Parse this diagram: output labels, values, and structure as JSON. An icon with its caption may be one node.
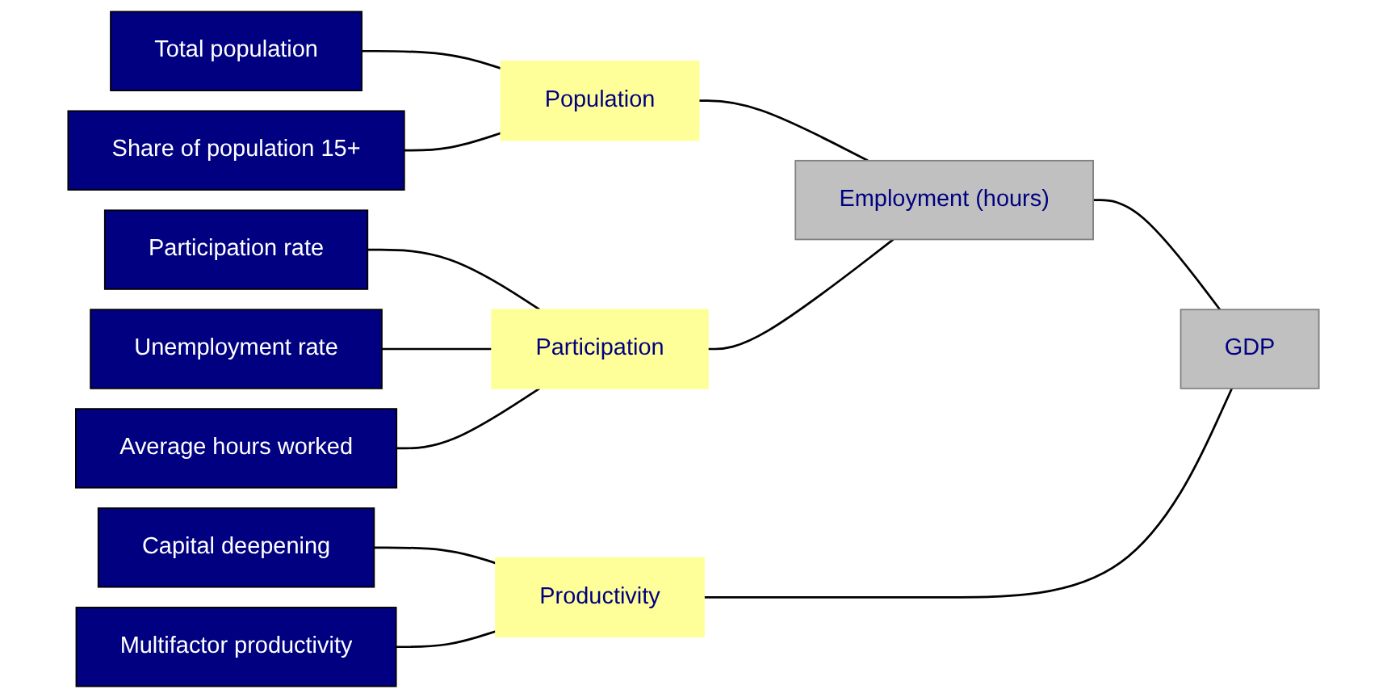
{
  "diagram": {
    "nodes": [
      {
        "text": [
          "Total population"
        ]
      },
      {
        "text": [
          "Share of population 15+"
        ]
      },
      {
        "text": [
          "Participation rate"
        ]
      },
      {
        "text": [
          "Unemployment rate"
        ]
      },
      {
        "text": [
          "Average hours worked"
        ]
      },
      {
        "text": [
          "Capital deepening"
        ]
      },
      {
        "text": [
          "Multifactor productivity"
        ]
      },
      {
        "text": [
          "Population"
        ]
      },
      {
        "text": [
          "Participation"
        ]
      },
      {
        "text": [
          "Productivity"
        ]
      },
      {
        "text": [
          "Employment (hours)"
        ]
      },
      {
        "text": [
          "GDP"
        ]
      }
    ],
    "edges": [
      {
        "from": 0,
        "to": 7,
        "arrow": "none"
      },
      {
        "from": 1,
        "to": 7,
        "arrow": "none"
      },
      {
        "from": 2,
        "to": 8,
        "arrow": "none"
      },
      {
        "from": 3,
        "to": 8,
        "arrow": "none"
      },
      {
        "from": 4,
        "to": 8,
        "arrow": "none"
      },
      {
        "from": 5,
        "to": 9,
        "arrow": "none"
      },
      {
        "from": 6,
        "to": 9,
        "arrow": "none"
      },
      {
        "from": 7,
        "to": 10,
        "arrow": "none"
      },
      {
        "from": 8,
        "to": 10,
        "arrow": "none"
      },
      {
        "from": 10,
        "to": 11,
        "arrow": "none"
      },
      {
        "from": 9,
        "to": 11,
        "arrow": "none"
      }
    ]
  }
}
